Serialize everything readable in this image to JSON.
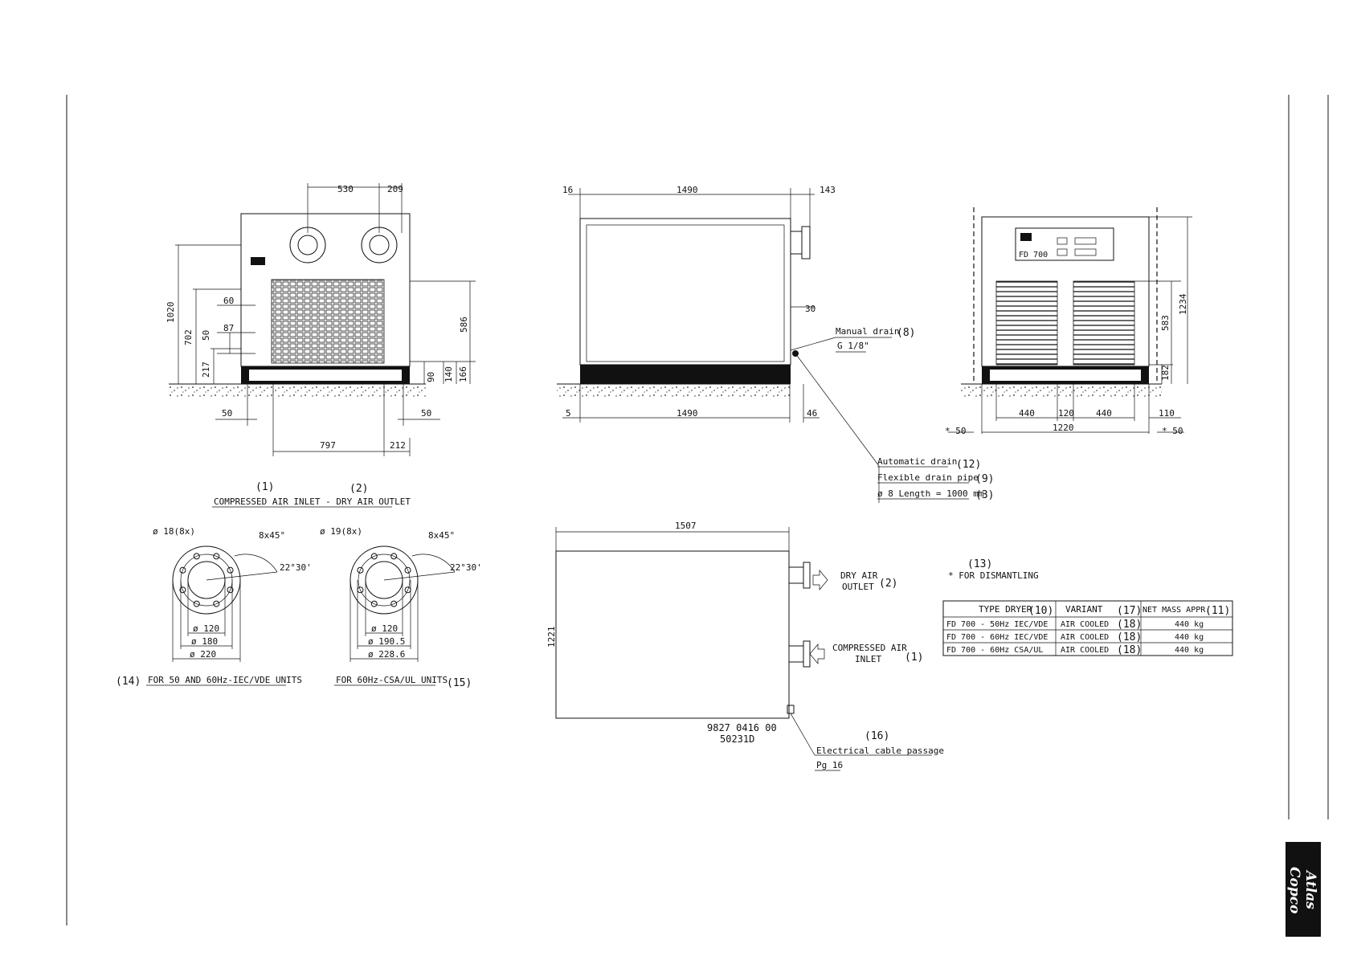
{
  "front_view": {
    "dims": {
      "d530": "530",
      "d209": "209",
      "d1020": "1020",
      "d702": "702",
      "d217": "217",
      "d60": "60",
      "d87": "87",
      "d50v": "50",
      "d586": "586",
      "d90": "90",
      "d140": "140",
      "d166": "166",
      "d50l": "50",
      "d50r": "50",
      "d797": "797",
      "d212": "212"
    },
    "ref1": "(1)",
    "ref2": "(2)",
    "caption": "COMPRESSED AIR INLET - DRY AIR OUTLET"
  },
  "side_view": {
    "dims": {
      "d16": "16",
      "d1490t": "1490",
      "d143": "143",
      "d30": "30",
      "d5": "5",
      "d1490b": "1490",
      "d46": "46"
    },
    "manual_drain": "Manual drain",
    "manual_drain_ref": "(8)",
    "manual_drain_thread": "G 1/8\"",
    "automatic_drain": "Automatic drain",
    "automatic_drain_ref": "(12)",
    "flexible_pipe": "Flexible drain pipe",
    "flexible_pipe_ref": "(9)",
    "pipe_length": "ø 8 Length = 1000 mm",
    "pipe_length_ref": "(3)"
  },
  "rear_view": {
    "panel_label": "FD 700",
    "dims": {
      "d583": "583",
      "d1234": "1234",
      "d182": "182",
      "d440a": "440",
      "d120": "120",
      "d440b": "440",
      "d110": "110",
      "d50l": "* 50",
      "d1220": "1220",
      "d50r": "* 50"
    }
  },
  "flange_left": {
    "holes": "ø 18(8x)",
    "angle": "8x45°",
    "angle2": "22°30'",
    "d120": "ø 120",
    "d180": "ø 180",
    "d220": "ø 220",
    "ref": "(14)",
    "caption": "FOR 50 AND 60Hz-IEC/VDE UNITS"
  },
  "flange_right": {
    "holes": "ø 19(8x)",
    "angle": "8x45°",
    "angle2": "22°30'",
    "d120": "ø 120",
    "d190": "ø 190.5",
    "d228": "ø 228.6",
    "ref": "(15)",
    "caption": "FOR 60Hz-CSA/UL UNITS"
  },
  "top_view": {
    "d1507": "1507",
    "d1221": "1221",
    "dry_air_line1": "DRY AIR",
    "dry_air_line2": "OUTLET",
    "dry_air_ref": "(2)",
    "comp_air_line1": "COMPRESSED AIR",
    "comp_air_line2": "INLET",
    "comp_air_ref": "(1)",
    "drawing_no": "9827 0416 00",
    "drawing_rev": "50231D",
    "cable_ref": "(16)",
    "cable_label": "Electrical cable passage",
    "cable_thread": "Pg 16"
  },
  "note": {
    "ref": "(13)",
    "text": "* FOR DISMANTLING"
  },
  "table": {
    "headers": [
      {
        "label": "TYPE DRYER",
        "ref": "(10)"
      },
      {
        "label": "VARIANT",
        "ref": "(17)"
      },
      {
        "label": "NET MASS APPR.",
        "ref": "(11)"
      }
    ],
    "rows": [
      {
        "type": "FD 700 - 50Hz IEC/VDE",
        "variant": "AIR COOLED",
        "ref": "(18)",
        "mass": "440 kg"
      },
      {
        "type": "FD 700 - 60Hz IEC/VDE",
        "variant": "AIR COOLED",
        "ref": "(18)",
        "mass": "440 kg"
      },
      {
        "type": "FD 700 - 60Hz CSA/UL",
        "variant": "AIR COOLED",
        "ref": "(18)",
        "mass": "440 kg"
      }
    ]
  },
  "logo": {
    "text": "Atlas Copco"
  }
}
